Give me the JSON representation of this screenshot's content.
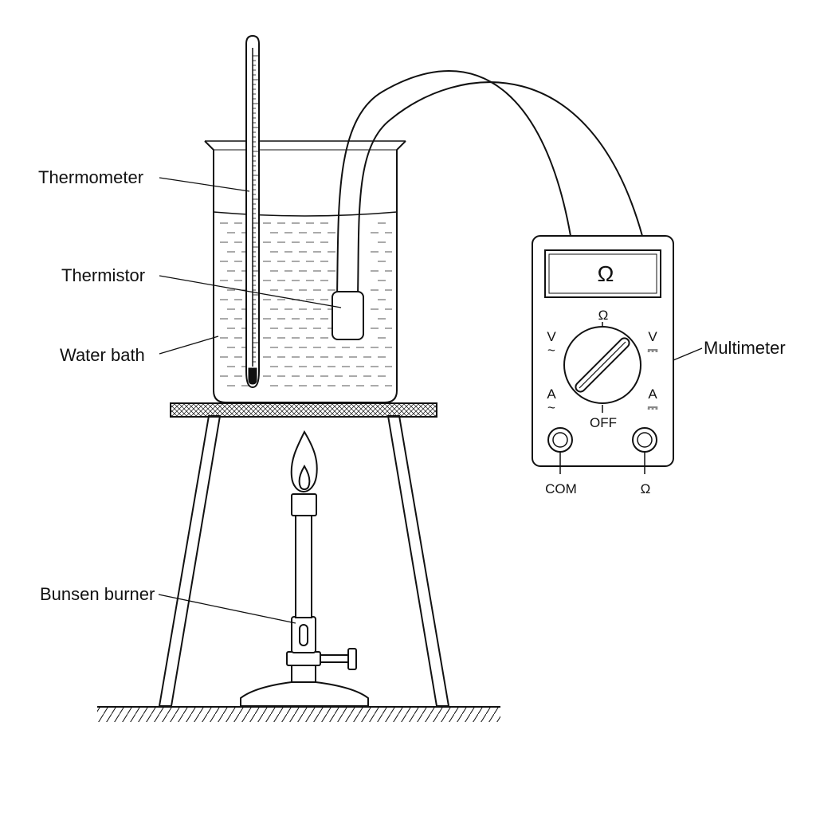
{
  "labels": {
    "thermometer": "Thermometer",
    "thermistor": "Thermistor",
    "water_bath": "Water bath",
    "bunsen_burner": "Bunsen burner",
    "multimeter": "Multimeter"
  },
  "multimeter": {
    "display": "Ω",
    "dial_top": "Ω",
    "dial_off": "OFF",
    "ac_voltage": "V",
    "dc_voltage": "V",
    "ac_current": "A",
    "dc_current": "A",
    "ac_symbol": "~",
    "dc_symbol": "⎓",
    "terminal_com": "COM",
    "terminal_ohm": "Ω"
  },
  "colors": {
    "line": "#111111",
    "background": "#ffffff"
  }
}
